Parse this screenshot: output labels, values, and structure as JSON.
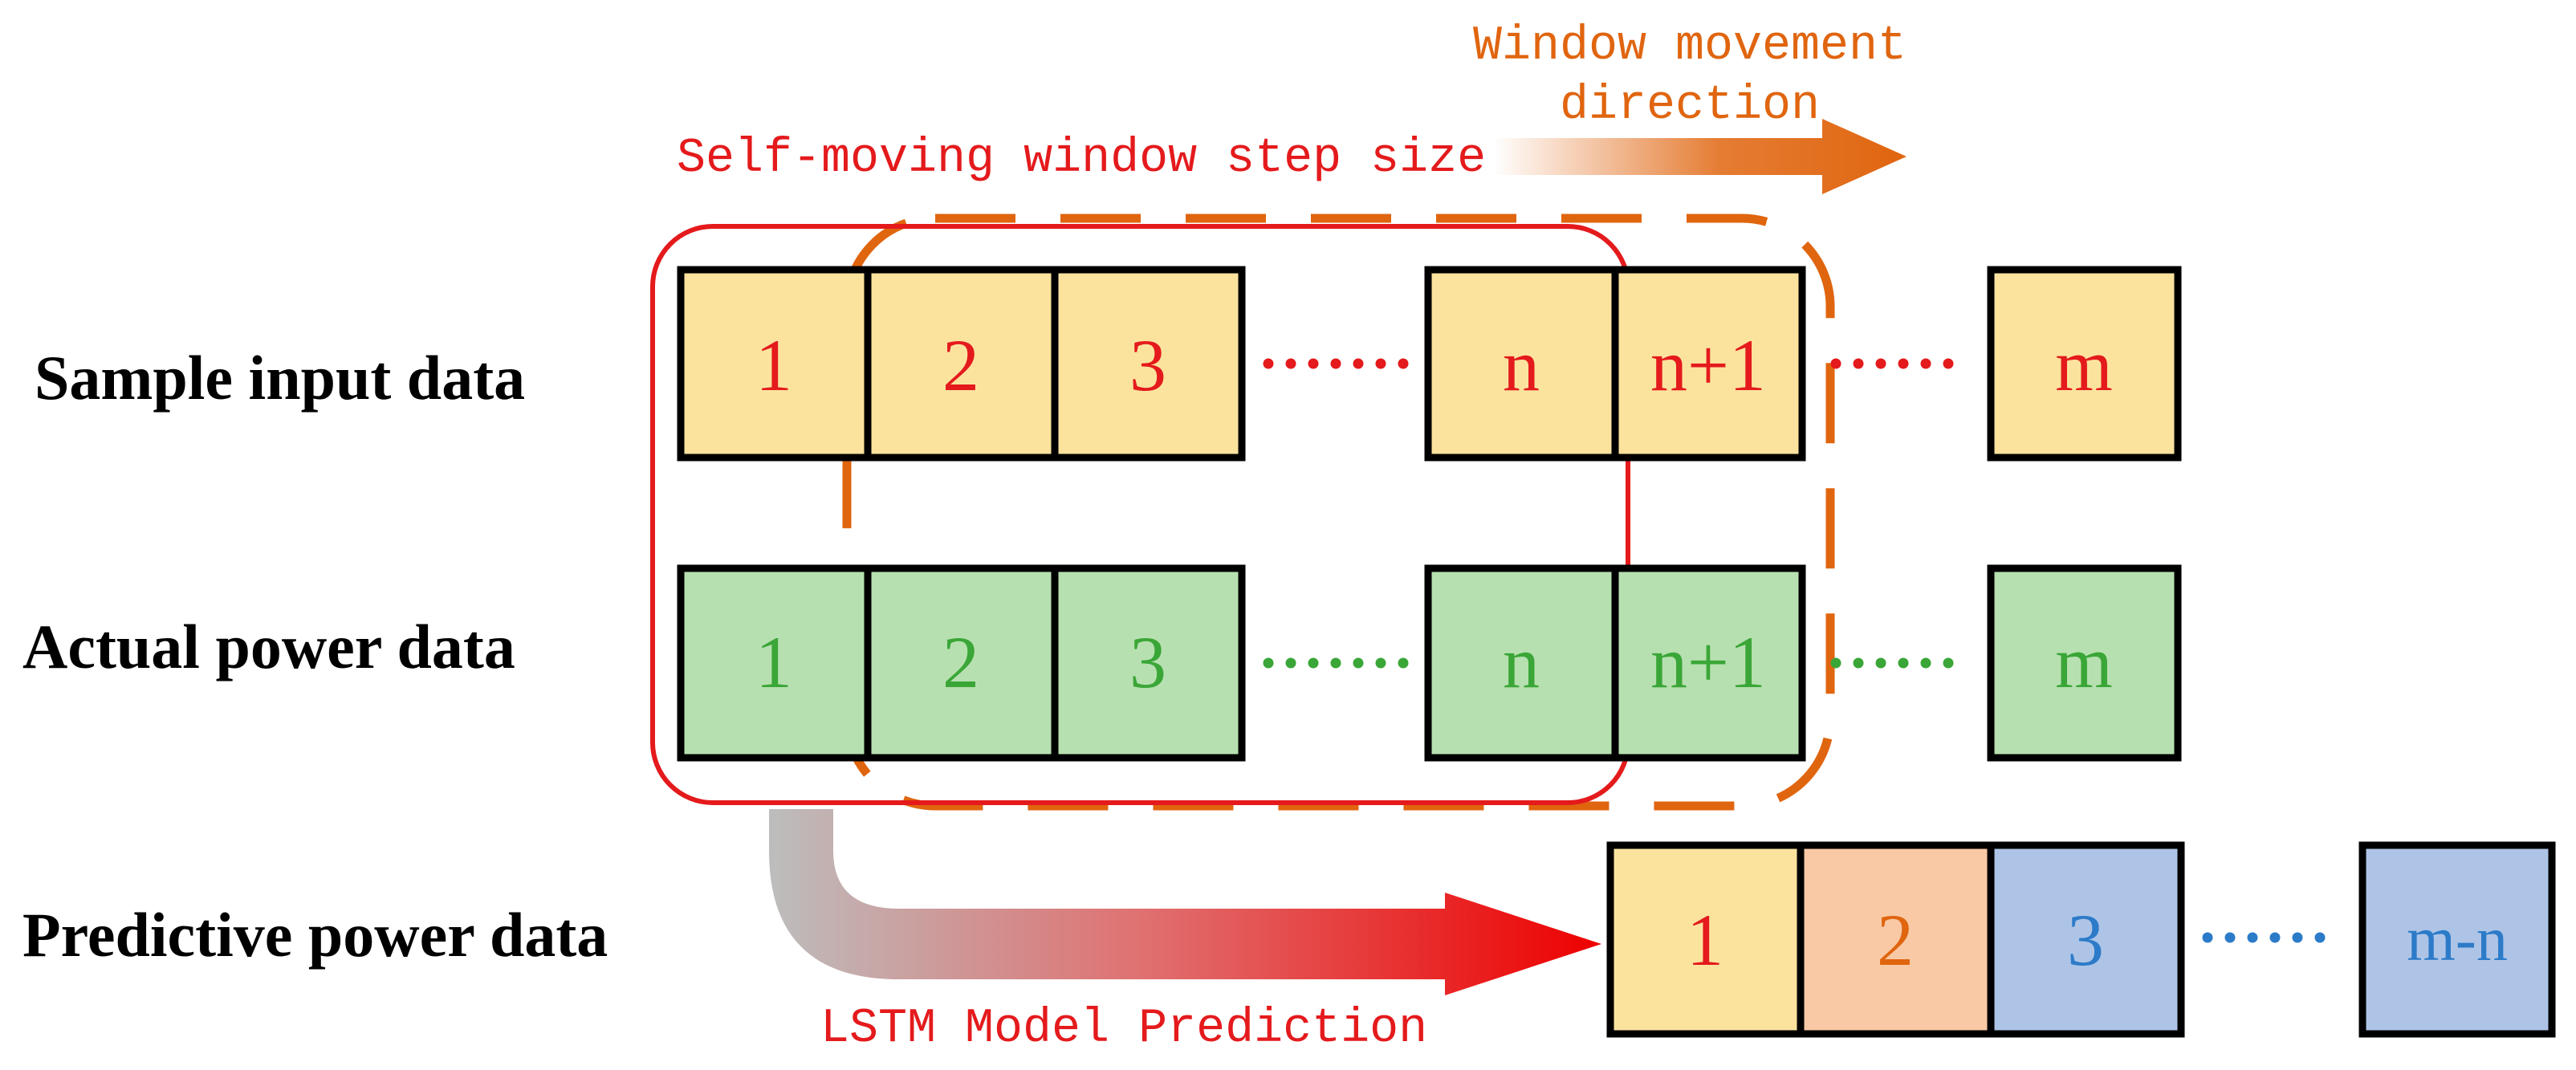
{
  "colors": {
    "yellow_fill": "#FBE39E",
    "green_fill": "#B7E0B0",
    "peach_fill": "#F9C9A5",
    "blue_fill": "#AEC4E6",
    "red_text": "#E41A1C",
    "green_text": "#3AA637",
    "orange": "#E0650F",
    "blue_text": "#2C7BC9",
    "red_box": "#E41A1C"
  },
  "labels": {
    "window_direction_line1": "Window movement",
    "window_direction_line2": "direction",
    "step_size": "Self-moving window step size",
    "lstm": "LSTM Model Prediction"
  },
  "rows": [
    {
      "label": "Sample input data",
      "cells": [
        "1",
        "2",
        "3",
        "n",
        "n+1",
        "m"
      ]
    },
    {
      "label": "Actual power data",
      "cells": [
        "1",
        "2",
        "3",
        "n",
        "n+1",
        "m"
      ]
    },
    {
      "label": "Predictive power data",
      "cells": [
        "1",
        "2",
        "3",
        "m-n"
      ]
    }
  ]
}
